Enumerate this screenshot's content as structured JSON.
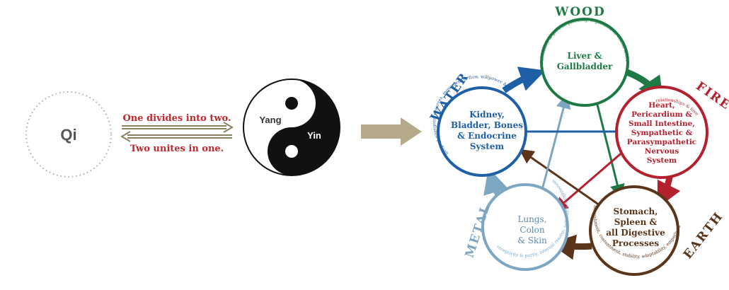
{
  "qi": {
    "label": "Qi"
  },
  "arrows": {
    "divide_label": "One divides into two.",
    "unite_label": "Two unites in one."
  },
  "yinyang": {
    "yang_label": "Yang",
    "yin_label": "Yin"
  },
  "elements": {
    "wood": {
      "name": "WOOD",
      "organs": [
        "Liver &",
        "Gallbladder"
      ],
      "ring_text": "flexibility & growth, planning, organization, vision, assertiveness, frustration",
      "color": "#1e7a45"
    },
    "fire": {
      "name": "FIRE",
      "organs": [
        "Heart,",
        "Pericardium &",
        "Small Intestine,",
        "Sympathetic &",
        "Parasympathetic",
        "Nervous",
        "System"
      ],
      "ring_text": "relationships & love",
      "color": "#b3202e"
    },
    "earth": {
      "name": "EARTH",
      "organs": [
        "Stomach,",
        "Spleen &",
        "all Digestive",
        "Processes"
      ],
      "ring_text": "nourishment, contentment, stability, adaptability, empathy & care",
      "color": "#5a3519"
    },
    "metal": {
      "name": "METAL",
      "organs": [
        "Lungs,",
        "Colon",
        "& Skin"
      ],
      "ring_text": "receptivity & purity, internal resolve, self worth & righteousness, ability to let go",
      "color": "#7da6c3"
    },
    "water": {
      "name": "WATER",
      "organs": [
        "Kidney,",
        "Bladder, Bones",
        "& Endocrine",
        "System"
      ],
      "ring_text": "deepest energetic reserves, movement & flow, willpower & courage",
      "color": "#1f5fa6"
    }
  }
}
